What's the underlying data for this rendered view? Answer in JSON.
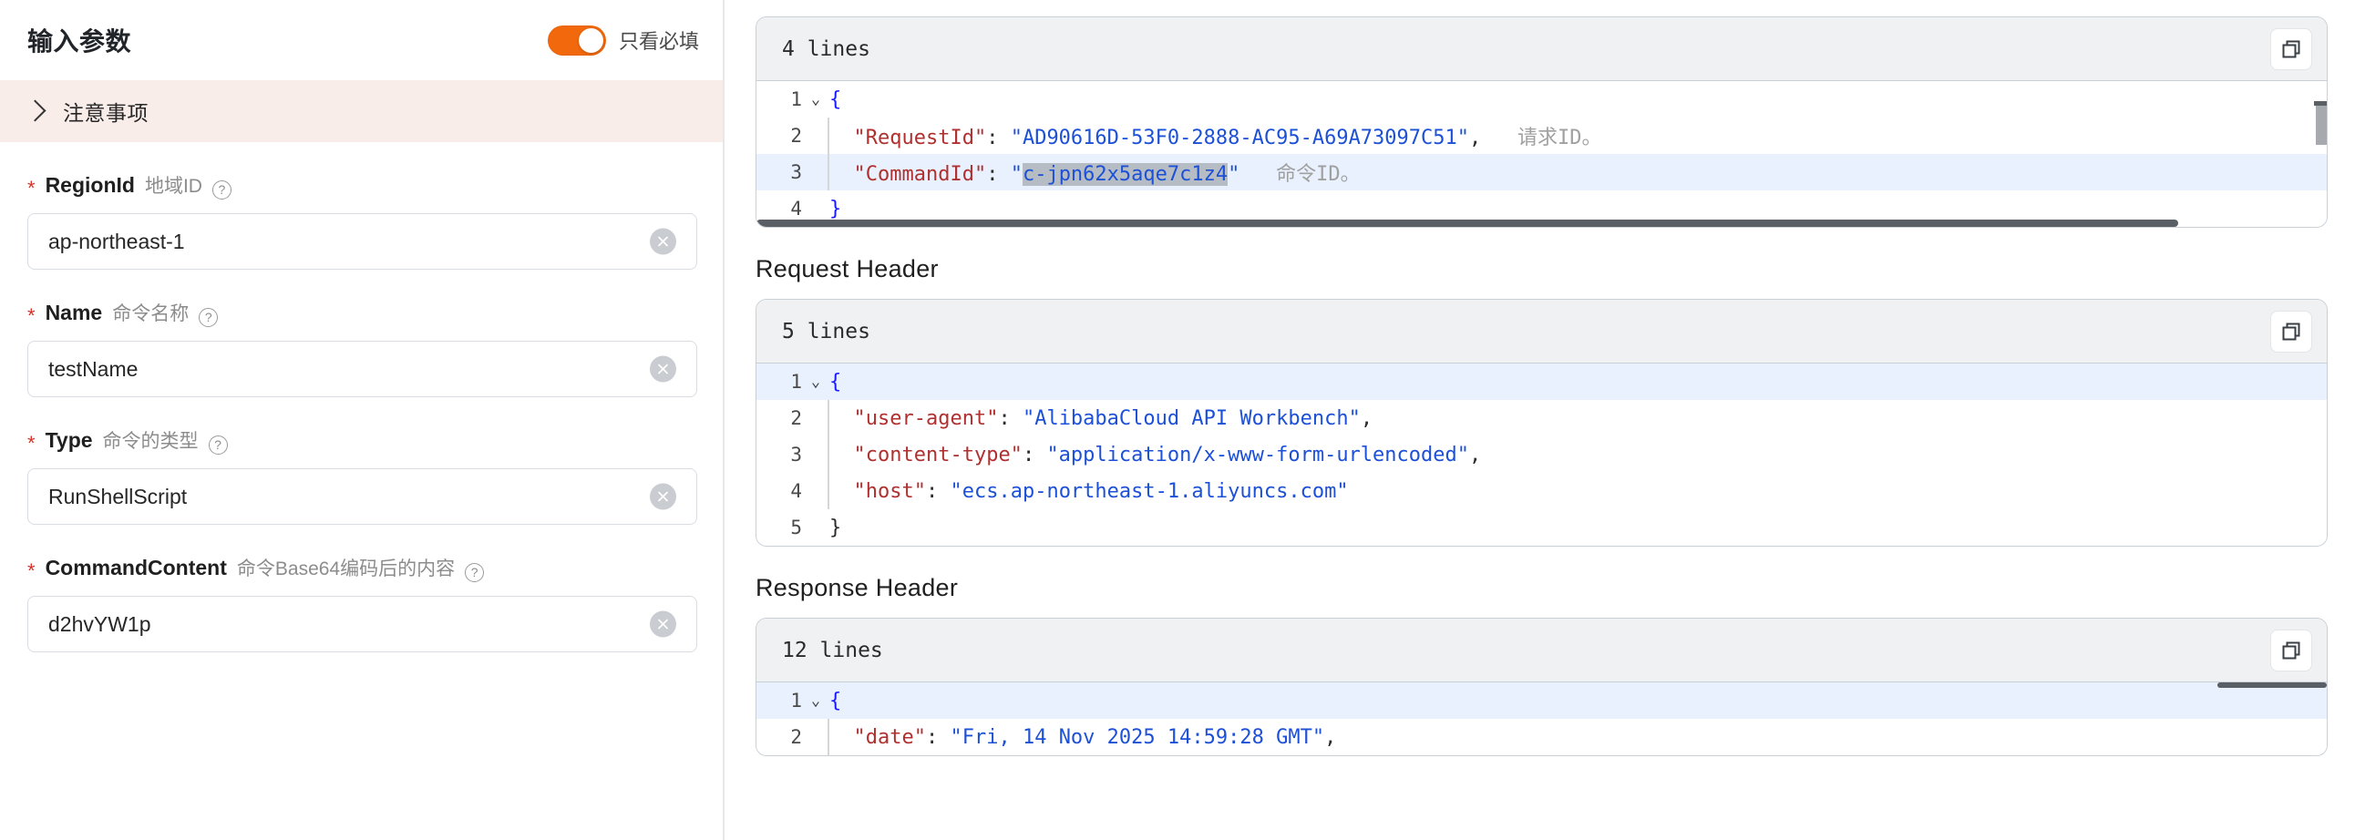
{
  "left": {
    "title": "输入参数",
    "toggle": {
      "label": "只看必填",
      "on": true,
      "color": "#f2690d"
    },
    "notice": {
      "label": "注意事项",
      "expanded": false,
      "bg": "#f9edea"
    },
    "fields": [
      {
        "required": true,
        "name": "RegionId",
        "cn": "地域ID",
        "help": "?",
        "value": "ap-northeast-1",
        "placeholder": "",
        "clear": "×"
      },
      {
        "required": true,
        "name": "Name",
        "cn": "命令名称",
        "help": "?",
        "value": "testName",
        "placeholder": "",
        "clear": "×"
      },
      {
        "required": true,
        "name": "Type",
        "cn": "命令的类型",
        "help": "?",
        "value": "RunShellScript",
        "placeholder": "",
        "clear": "×"
      },
      {
        "required": true,
        "name": "CommandContent",
        "cn": "命令Base64编码后的内容",
        "help": "?",
        "value": "d2hvYW1p",
        "placeholder": "",
        "clear": "×"
      }
    ]
  },
  "right": {
    "blocks": [
      {
        "id": "response-body",
        "title": "",
        "lines_label": "4 lines",
        "copy_icon": "copy-icon",
        "lines": [
          {
            "n": "1",
            "fold": "⌄",
            "highlight": false,
            "guide": false,
            "tokens": [
              {
                "t": "{",
                "c": "b"
              }
            ],
            "comment": ""
          },
          {
            "n": "2",
            "fold": "",
            "highlight": false,
            "guide": true,
            "tokens": [
              {
                "t": "  ",
                "c": "p"
              },
              {
                "t": "\"RequestId\"",
                "c": "k"
              },
              {
                "t": ": ",
                "c": "p"
              },
              {
                "t": "\"AD90616D-53F0-2888-AC95-A69A73097C51\"",
                "c": "s"
              },
              {
                "t": ",",
                "c": "p"
              }
            ],
            "comment": "请求ID。"
          },
          {
            "n": "3",
            "fold": "",
            "highlight": true,
            "guide": true,
            "tokens": [
              {
                "t": "  ",
                "c": "p"
              },
              {
                "t": "\"CommandId\"",
                "c": "k"
              },
              {
                "t": ": ",
                "c": "p"
              },
              {
                "t": "\"",
                "c": "s"
              },
              {
                "t": "c-jpn62x5aqe7c1z4",
                "c": "sel"
              },
              {
                "t": "\"",
                "c": "s"
              }
            ],
            "comment": "命令ID。"
          },
          {
            "n": "4",
            "fold": "",
            "highlight": false,
            "guide": false,
            "tokens": [
              {
                "t": "}",
                "c": "b"
              }
            ],
            "comment": ""
          }
        ]
      },
      {
        "id": "request-header",
        "title": "Request Header",
        "lines_label": "5 lines",
        "copy_icon": "copy-icon",
        "lines": [
          {
            "n": "1",
            "fold": "⌄",
            "highlight": true,
            "guide": false,
            "tokens": [
              {
                "t": "{",
                "c": "b"
              }
            ],
            "comment": ""
          },
          {
            "n": "2",
            "fold": "",
            "highlight": false,
            "guide": true,
            "tokens": [
              {
                "t": "  ",
                "c": "p"
              },
              {
                "t": "\"user-agent\"",
                "c": "k"
              },
              {
                "t": ": ",
                "c": "p"
              },
              {
                "t": "\"AlibabaCloud API Workbench\"",
                "c": "s"
              },
              {
                "t": ",",
                "c": "p"
              }
            ],
            "comment": ""
          },
          {
            "n": "3",
            "fold": "",
            "highlight": false,
            "guide": true,
            "tokens": [
              {
                "t": "  ",
                "c": "p"
              },
              {
                "t": "\"content-type\"",
                "c": "k"
              },
              {
                "t": ": ",
                "c": "p"
              },
              {
                "t": "\"application/x-www-form-urlencoded\"",
                "c": "s"
              },
              {
                "t": ",",
                "c": "p"
              }
            ],
            "comment": ""
          },
          {
            "n": "4",
            "fold": "",
            "highlight": false,
            "guide": true,
            "tokens": [
              {
                "t": "  ",
                "c": "p"
              },
              {
                "t": "\"host\"",
                "c": "k"
              },
              {
                "t": ": ",
                "c": "p"
              },
              {
                "t": "\"ecs.ap-northeast-1.aliyuncs.com\"",
                "c": "s"
              }
            ],
            "comment": ""
          },
          {
            "n": "5",
            "fold": "",
            "highlight": false,
            "guide": false,
            "tokens": [
              {
                "t": "}",
                "c": "p"
              }
            ],
            "comment": ""
          }
        ]
      },
      {
        "id": "response-header",
        "title": "Response Header",
        "lines_label": "12 lines",
        "copy_icon": "copy-icon",
        "lines": [
          {
            "n": "1",
            "fold": "⌄",
            "highlight": true,
            "guide": false,
            "tokens": [
              {
                "t": "{",
                "c": "b"
              }
            ],
            "comment": ""
          },
          {
            "n": "2",
            "fold": "",
            "highlight": false,
            "guide": true,
            "tokens": [
              {
                "t": "  ",
                "c": "p"
              },
              {
                "t": "\"date\"",
                "c": "k"
              },
              {
                "t": ": ",
                "c": "p"
              },
              {
                "t": "\"Fri, 14 Nov 2025 14:59:28 GMT\"",
                "c": "s"
              },
              {
                "t": ",",
                "c": "p"
              }
            ],
            "comment": ""
          }
        ]
      }
    ]
  }
}
